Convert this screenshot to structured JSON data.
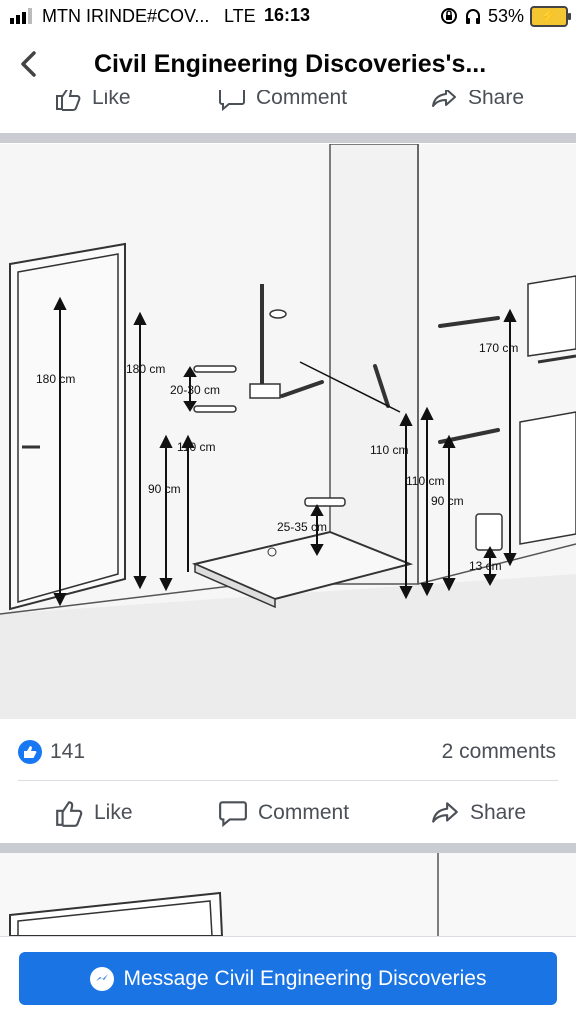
{
  "status_bar": {
    "carrier": "MTN IRINDE#COV...",
    "network": "LTE",
    "time": "16:13",
    "battery": "53%"
  },
  "header": {
    "title": "Civil Engineering Discoveries's..."
  },
  "actions": {
    "like": "Like",
    "comment": "Comment",
    "share": "Share"
  },
  "image": {
    "labels": {
      "door_height": "180 cm",
      "grab_bar_high": "180 cm",
      "shelf_gap": "20-30 cm",
      "grab_bar_mid": "110 cm",
      "grab_bar_low": "90 cm",
      "seat_height": "25-35 cm",
      "corner_bar_a": "110 cm",
      "corner_bar_b": "110 cm",
      "corner_bar_c": "90 cm",
      "mirror_height": "170 cm",
      "bin_gap": "13 cm"
    }
  },
  "post": {
    "like_count": "141",
    "comment_count": "2 comments"
  },
  "bottom_bar": {
    "message_label": "Message Civil Engineering Discoveries"
  },
  "colors": {
    "facebook_blue": "#1877f2",
    "divider": "#c9ccd1"
  }
}
